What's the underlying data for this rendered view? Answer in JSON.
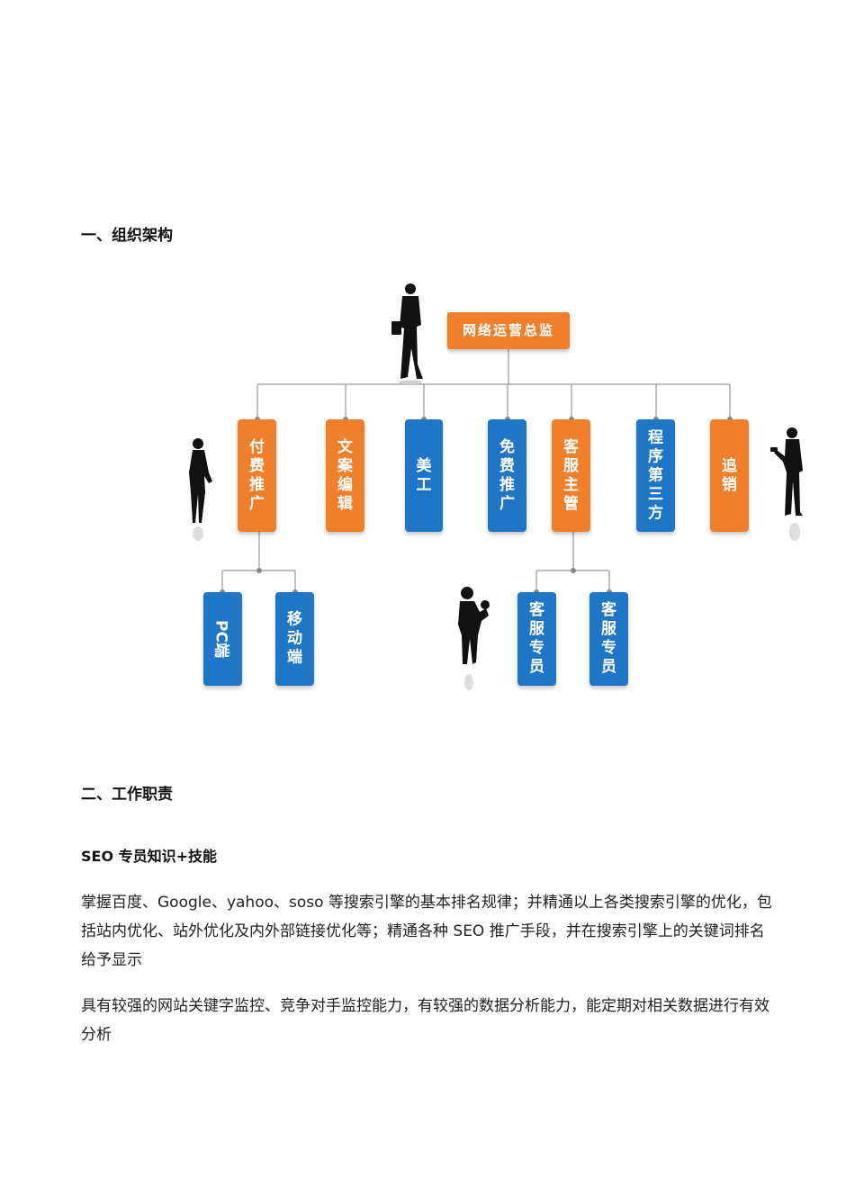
{
  "section1": {
    "title": "一、组织架构"
  },
  "org_chart": {
    "colors": {
      "orange": "#f07f2b",
      "blue": "#1f76c6",
      "line": "#aaaaaa",
      "dot": "#888888"
    },
    "root": "网络运营总监",
    "level1": [
      "付费推广",
      "文案编辑",
      "美工",
      "免费推广",
      "客服主管",
      "程序第三方",
      "追销"
    ],
    "level2_paid": [
      "PC端",
      "移动端"
    ],
    "level2_service": [
      "客服专员",
      "客服专员"
    ]
  },
  "section2": {
    "title": "二、工作职责",
    "subtitle": "SEO 专员知识+技能",
    "paragraphs": [
      "掌握百度、Google、yahoo、soso 等搜索引擎的基本排名规律；并精通以上各类搜索引擎的优化，包括站内优化、站外优化及内外部链接优化等；精通各种 SEO 推广手段，并在搜索引擎上的关键词排名给予显示",
      "具有较强的网站关键字监控、竞争对手监控能力，有较强的数据分析能力，能定期对相关数据进行有效分析"
    ]
  }
}
